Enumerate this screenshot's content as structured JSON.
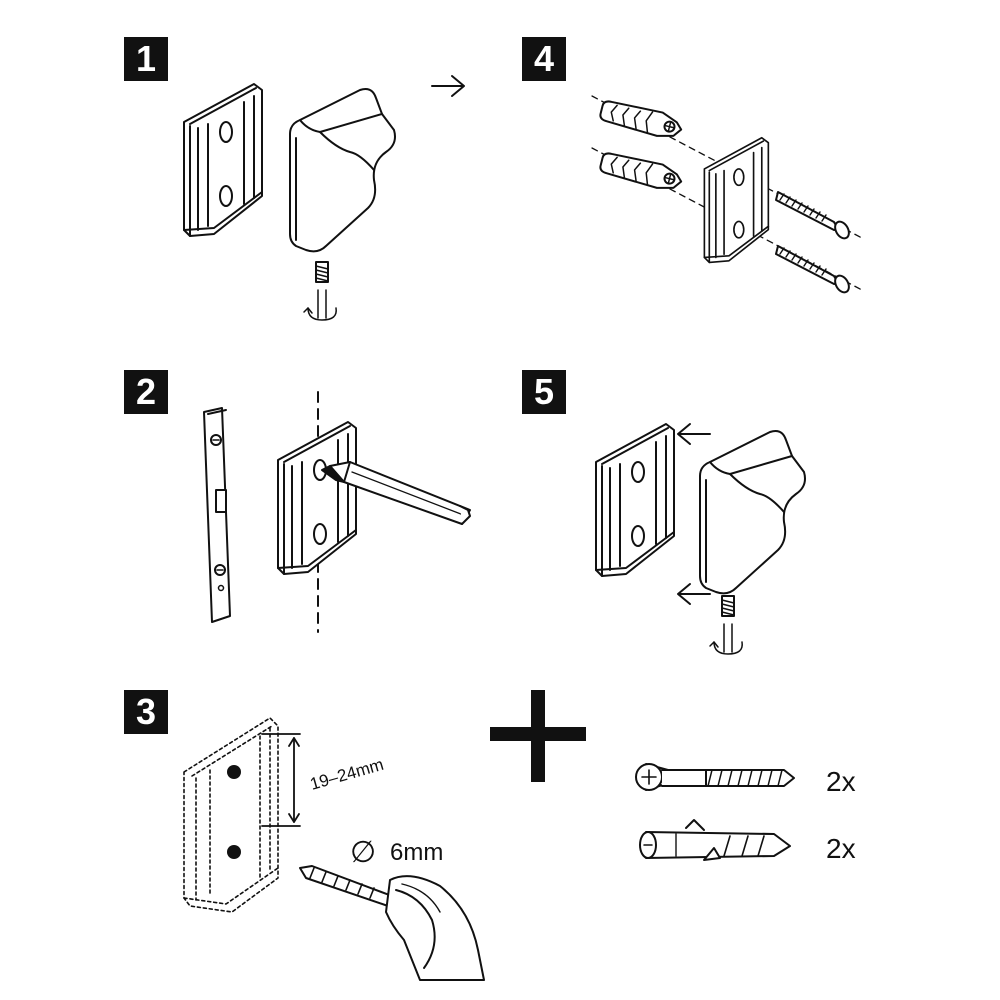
{
  "steps": [
    {
      "number": "1"
    },
    {
      "number": "2"
    },
    {
      "number": "3"
    },
    {
      "number": "4"
    },
    {
      "number": "5"
    }
  ],
  "step3": {
    "distance_label": "19–24mm",
    "drill_label": "6mm",
    "diameter_symbol": "∅"
  },
  "parts": {
    "screw_qty": "2x",
    "anchor_qty": "2x"
  },
  "colors": {
    "ink": "#111111",
    "paper": "#ffffff",
    "fill": "#f4f4f4"
  },
  "icons": [
    "arrow-right-icon",
    "arrow-left-icon",
    "plus-icon",
    "rotate-icon"
  ]
}
